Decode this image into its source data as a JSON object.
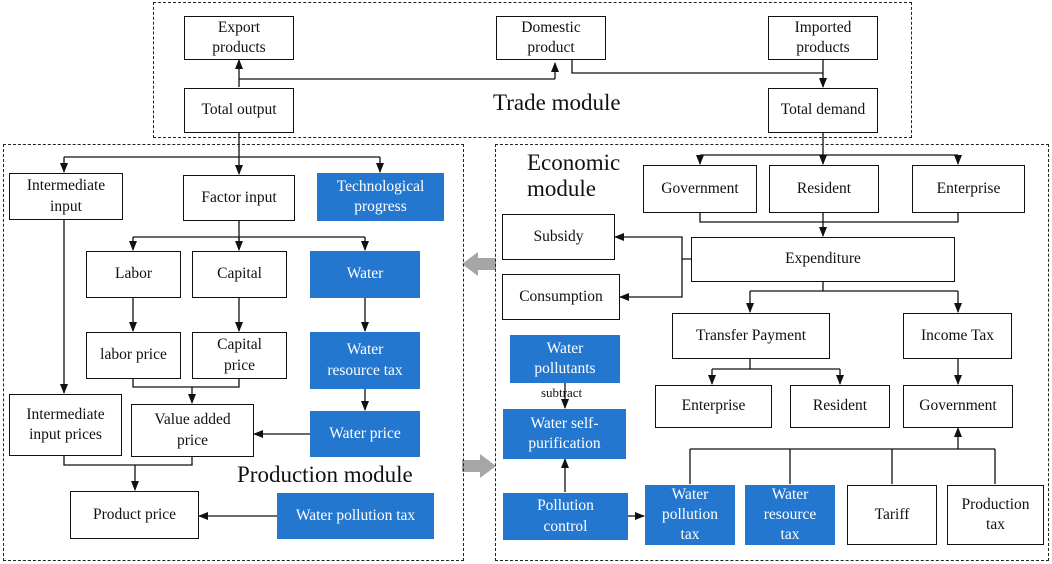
{
  "trade": {
    "title": "Trade module",
    "export": "Export\nproducts",
    "domestic": "Domestic\nproduct",
    "imported": "Imported\nproducts",
    "total_output": "Total output",
    "total_demand": "Total demand"
  },
  "production": {
    "title": "Production module",
    "intermediate_input": "Intermediate\ninput",
    "factor_input": "Factor input",
    "tech_progress": "Technological\nprogress",
    "labor": "Labor",
    "capital": "Capital",
    "water": "Water",
    "labor_price": "labor price",
    "capital_price": "Capital\nprice",
    "water_resource_tax": "Water\nresource tax",
    "intermediate_input_prices": "Intermediate\ninput prices",
    "value_added_price": "Value added\nprice",
    "water_price": "Water price",
    "product_price": "Product price",
    "water_pollution_tax": "Water pollution tax"
  },
  "economic": {
    "title": "Economic\nmodule",
    "government": "Government",
    "resident": "Resident",
    "enterprise": "Enterprise",
    "subsidy": "Subsidy",
    "expenditure": "Expenditure",
    "consumption": "Consumption",
    "transfer_payment": "Transfer Payment",
    "income_tax": "Income Tax",
    "enterprise_2": "Enterprise",
    "resident_2": "Resident",
    "government_2": "Government",
    "water_pollutants": "Water\npollutants",
    "subtract": "subtract",
    "water_self_purification": "Water self-\npurification",
    "pollution_control": "Pollution\ncontrol",
    "water_pollution_tax": "Water\npollution\ntax",
    "water_resource_tax": "Water\nresource\ntax",
    "tariff": "Tariff",
    "production_tax": "Production\ntax"
  },
  "colors": {
    "accent": "#2477cf",
    "line": "#111111",
    "module_arrow": "#a6a6a6"
  }
}
